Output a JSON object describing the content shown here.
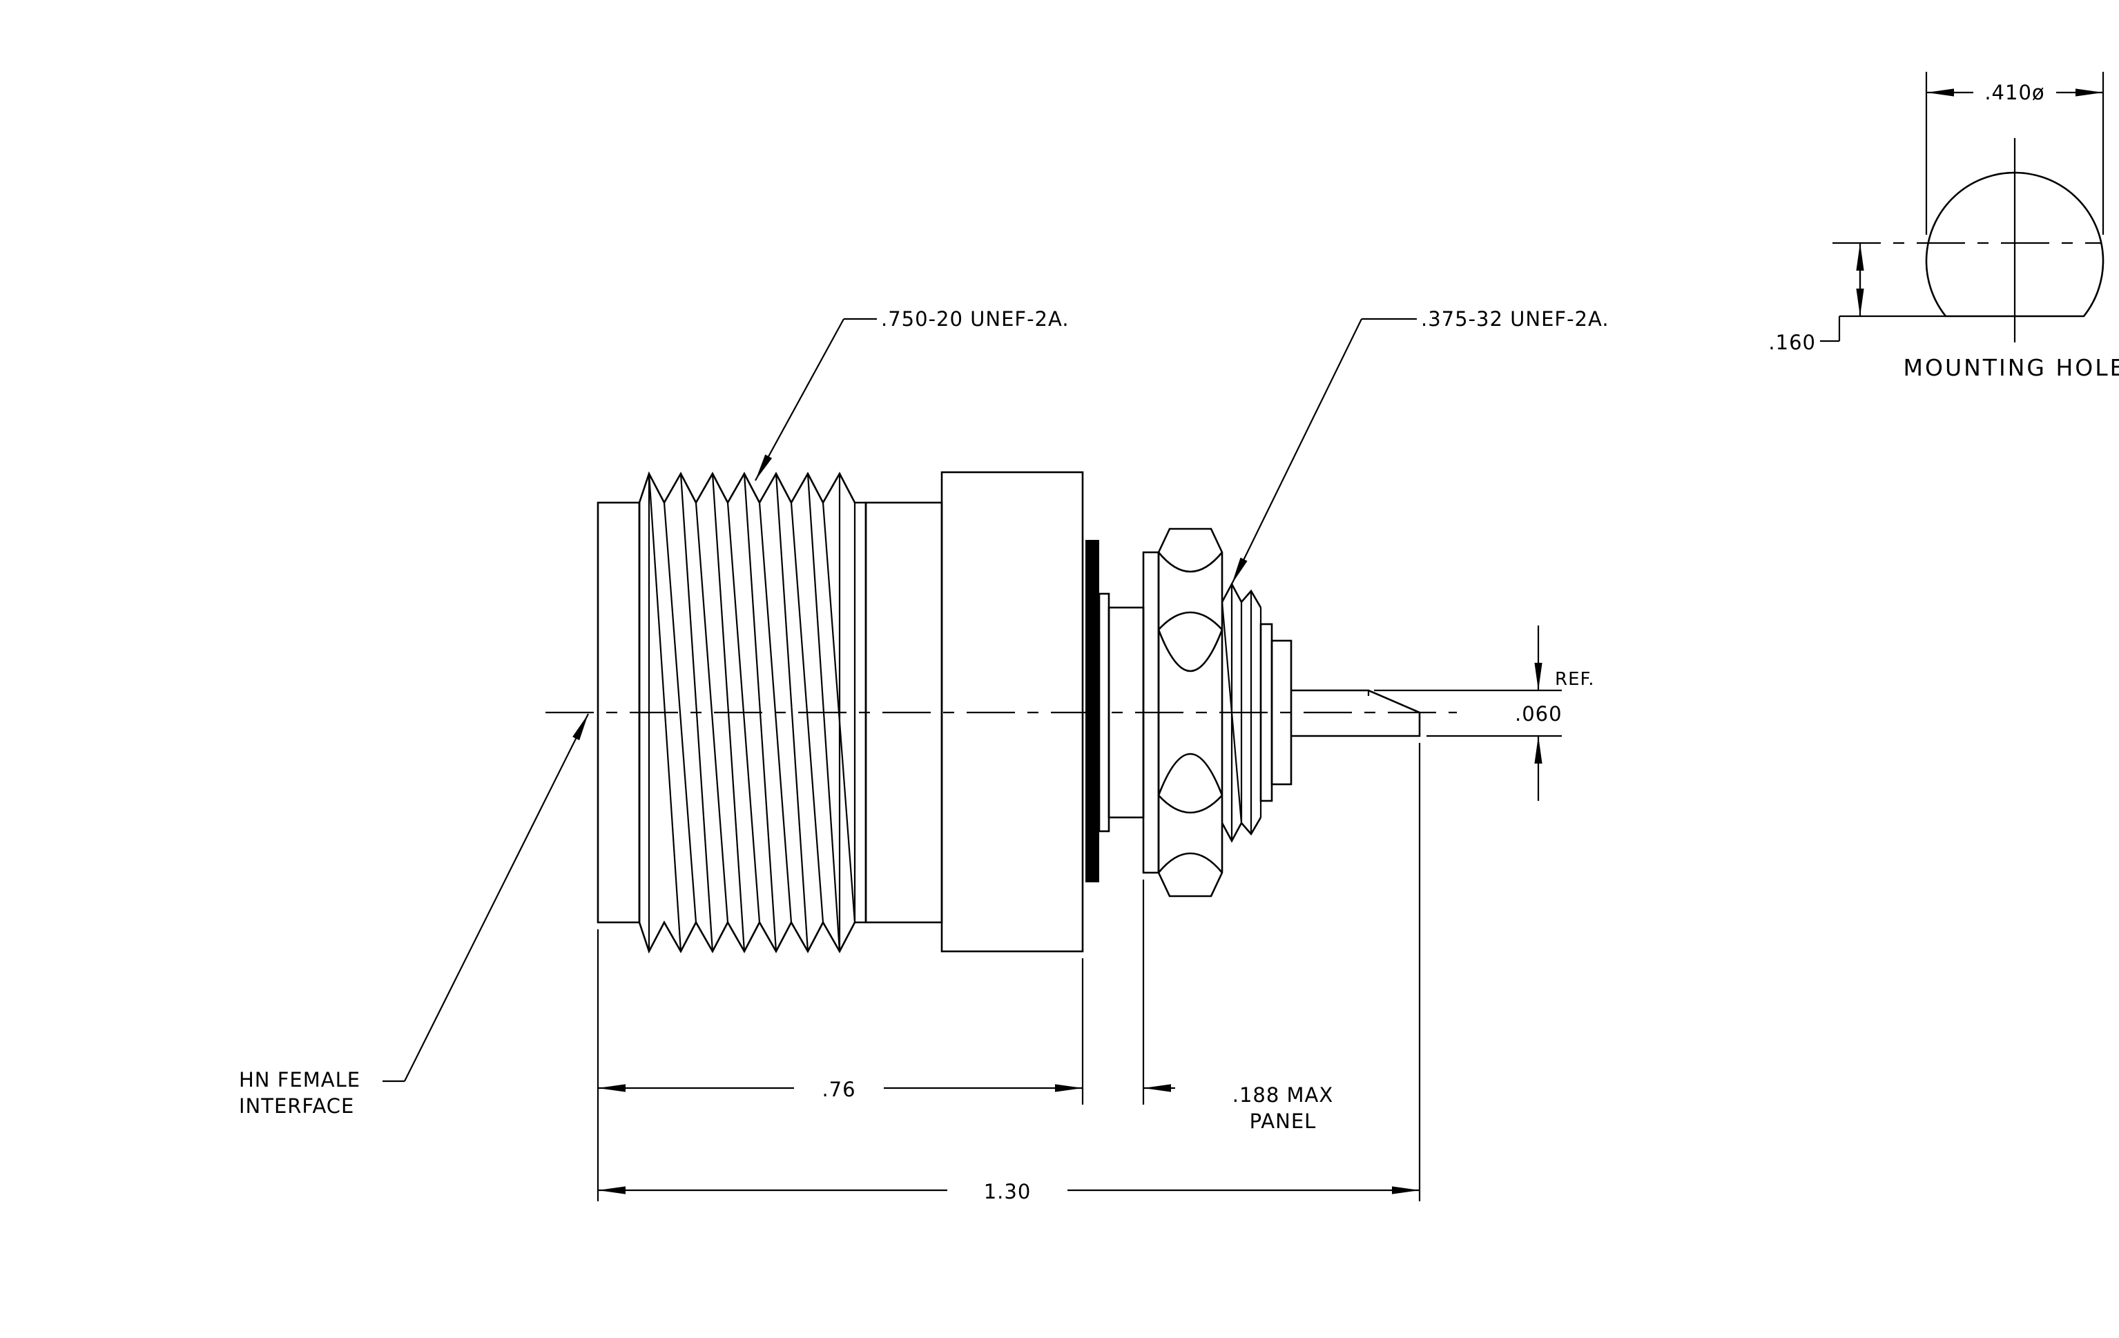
{
  "labels": {
    "thread_main": ".750-20 UNEF-2A.",
    "thread_rear": ".375-32 UNEF-2A.",
    "interface_line1": "HN FEMALE",
    "interface_line2": "INTERFACE",
    "dim_front_length": ".76",
    "dim_overall_length": "1.30",
    "dim_panel_line1": ".188 MAX",
    "dim_panel_line2": "PANEL",
    "dim_pin_ref": "REF.",
    "dim_pin_diameter": ".060",
    "hole_diameter": ".410ø",
    "hole_flat": ".160",
    "hole_title": "MOUNTING HOLE"
  }
}
